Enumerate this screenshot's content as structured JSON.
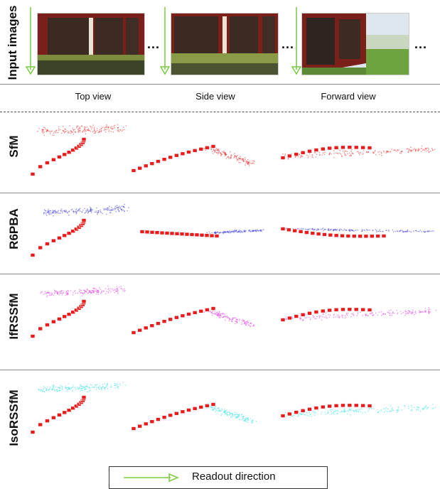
{
  "header": {
    "input_label": "Input images",
    "ellipsis": "...",
    "views": [
      "Top view",
      "Side view",
      "Forward view"
    ]
  },
  "rows": [
    {
      "label": "SfM",
      "point_color": "#e63030"
    },
    {
      "label": "R6PBA",
      "point_color": "#3a3adf"
    },
    {
      "label": "IfRSSfM",
      "point_color": "#e040e0"
    },
    {
      "label": "IsoRSSfM",
      "point_color": "#35e0e6"
    }
  ],
  "camera_color": "#e81c1c",
  "legend": {
    "label": "Readout direction",
    "arrow_color": "#7ac943"
  }
}
